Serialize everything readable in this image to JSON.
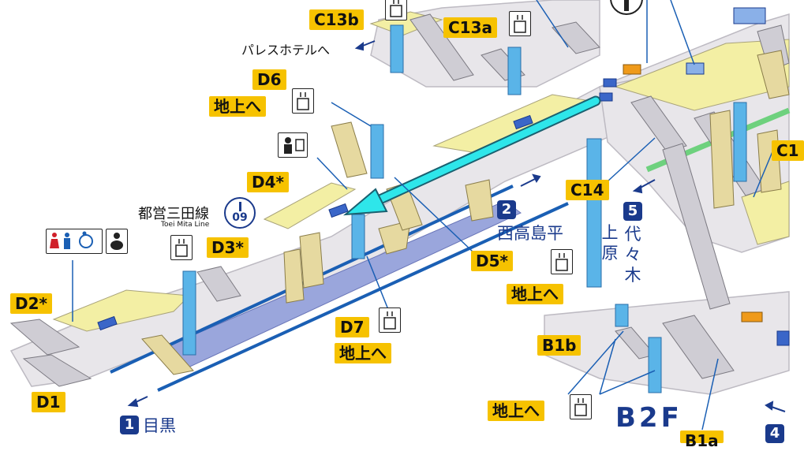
{
  "exits": {
    "c13b": "C13b",
    "c13a": "C13a",
    "d6": "D6",
    "d4": "D4*",
    "d3": "D3*",
    "d2": "D2*",
    "d1": "D1",
    "d7": "D7",
    "d5": "D5*",
    "c14": "C14",
    "b1b": "B1b",
    "b1a": "B1a",
    "c1_partial": "C1"
  },
  "labels": {
    "to_ground_d6": "地上へ",
    "to_ground_d7": "地上へ",
    "to_ground_c14": "地上へ",
    "to_ground_b1b": "地上へ",
    "palace_hotel": "パレスホテルへ"
  },
  "line": {
    "name_ja": "都営三田線",
    "name_en": "Toei Mita Line",
    "letter": "I",
    "number": "09"
  },
  "directions": {
    "d1_num": "1",
    "d1_name": "目黒",
    "d2_num": "2",
    "d2_name": "西高島平",
    "d5_num": "5",
    "d5_name_col1": [
      "上",
      "原"
    ],
    "d5_name_col2": [
      "代",
      "々",
      "木"
    ],
    "d4_num": "4"
  },
  "floor": "B2F",
  "icons": {
    "elevator": "elevator-icon",
    "toilet": "toilet-icon",
    "baby": "baby-care-icon",
    "staff": "station-staff-icon",
    "accessible": "wheelchair-icon"
  },
  "colors": {
    "label_yellow": "#f6c200",
    "platform_yellow": "#f3efa4",
    "track_blue": "#1a5fb4",
    "platform_lavender": "#9aa6dc",
    "pillar_blue": "#5ab4e8",
    "route_cyan": "#2ee6ea",
    "text_blue": "#1a3a8c",
    "concourse_gray": "#e8e6ea",
    "green_line": "#6ed17e"
  }
}
